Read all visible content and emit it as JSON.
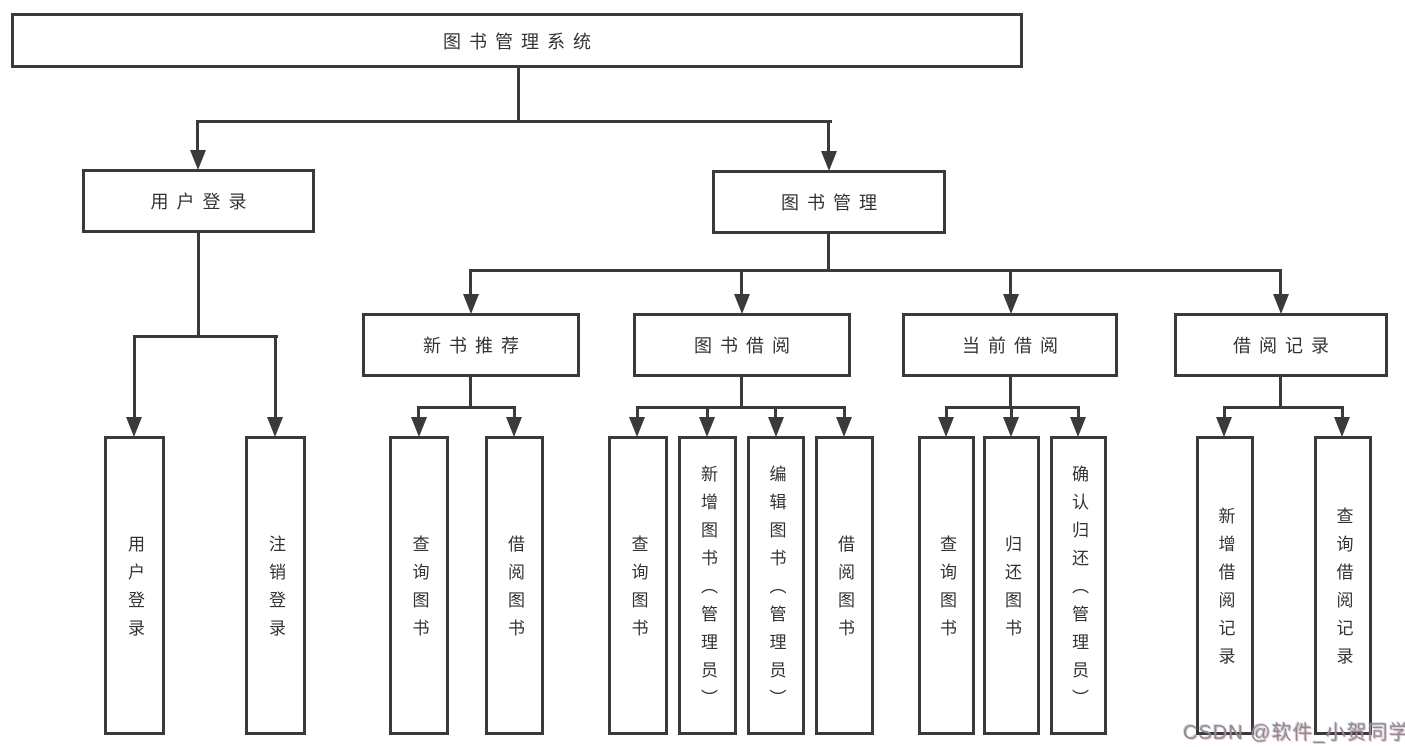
{
  "tree": {
    "label": "图书管理系统",
    "children": [
      {
        "label": "用户登录",
        "children": [
          {
            "label": "用户登录"
          },
          {
            "label": "注销登录"
          }
        ]
      },
      {
        "label": "图书管理",
        "children": [
          {
            "label": "新书推荐",
            "children": [
              {
                "label": "查询图书"
              },
              {
                "label": "借阅图书"
              }
            ]
          },
          {
            "label": "图书借阅",
            "children": [
              {
                "label": "查询图书"
              },
              {
                "label": "新增图书（管理员）"
              },
              {
                "label": "编辑图书（管理员）"
              },
              {
                "label": "借阅图书"
              }
            ]
          },
          {
            "label": "当前借阅",
            "children": [
              {
                "label": "查询图书"
              },
              {
                "label": "归还图书"
              },
              {
                "label": "确认归还（管理员）"
              }
            ]
          },
          {
            "label": "借阅记录",
            "children": [
              {
                "label": "新增借阅记录"
              },
              {
                "label": "查询借阅记录"
              }
            ]
          }
        ]
      }
    ]
  },
  "watermark": {
    "text": "CSDN @软件_小贺同学"
  },
  "colors": {
    "line": "#3a3a3a",
    "box_border": "#3a3a3a",
    "text": "#333333",
    "watermark": "#8d8d8d",
    "background": "#ffffff"
  }
}
